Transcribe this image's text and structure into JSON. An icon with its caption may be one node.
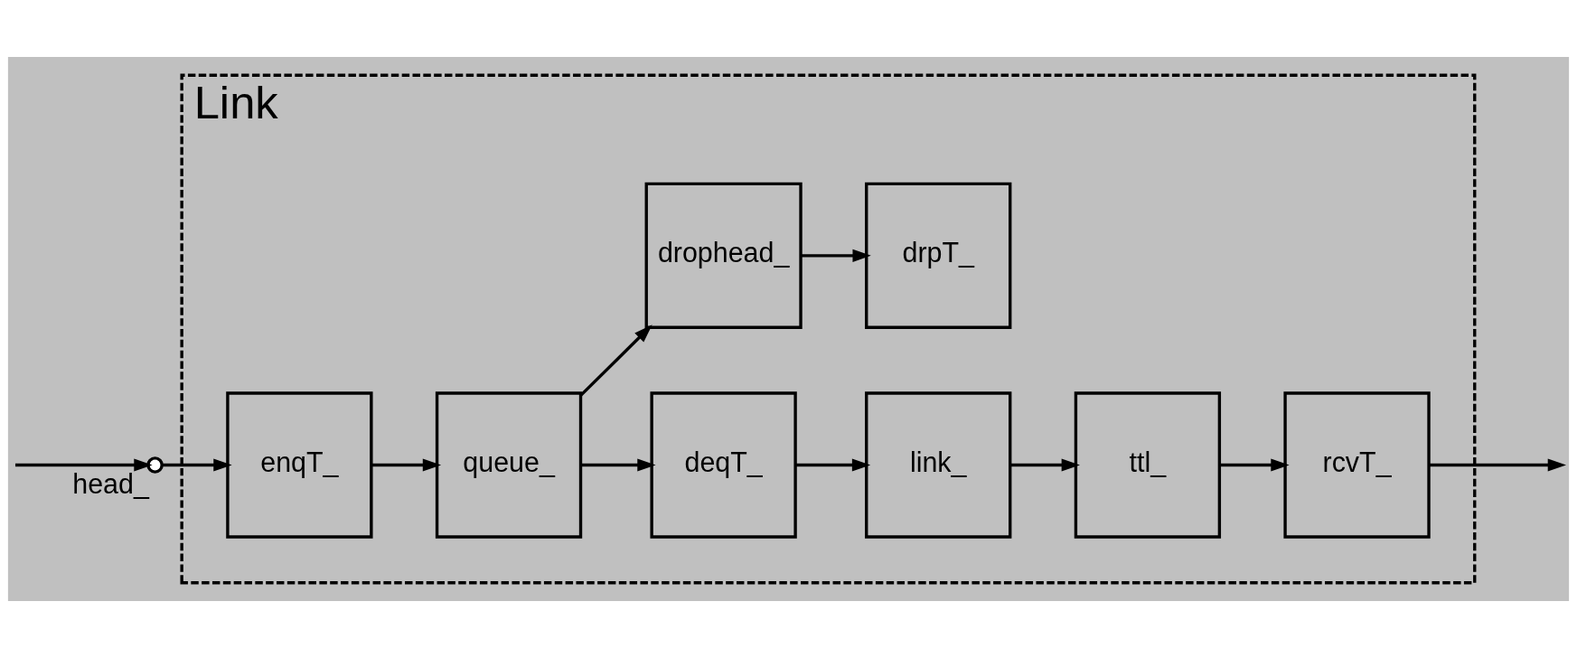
{
  "diagram": {
    "nodes": [
      {
        "text": [
          "Link"
        ]
      },
      {
        "text": [],
        "shape": "circle",
        "beside": [
          "head_"
        ]
      },
      {
        "text": [
          "enqT_"
        ],
        "in": 0
      },
      {
        "text": [
          "queue_"
        ],
        "in": 0
      },
      {
        "text": [
          "deqT_"
        ],
        "in": 0
      },
      {
        "text": [
          "link_"
        ],
        "in": 0
      },
      {
        "text": [
          "ttl_"
        ],
        "in": 0
      },
      {
        "text": [
          "rcvT_"
        ],
        "in": 0
      },
      {
        "text": [
          "drophead_"
        ],
        "in": 0
      },
      {
        "text": [
          "drpT_"
        ],
        "in": 0
      }
    ],
    "edges": [
      {
        "from": null,
        "to": 1,
        "arrow": "to"
      },
      {
        "from": 1,
        "to": 2,
        "arrow": "to"
      },
      {
        "from": 2,
        "to": 3,
        "arrow": "to"
      },
      {
        "from": 3,
        "to": 4,
        "arrow": "to"
      },
      {
        "from": 4,
        "to": 5,
        "arrow": "to"
      },
      {
        "from": 5,
        "to": 6,
        "arrow": "to"
      },
      {
        "from": 6,
        "to": 7,
        "arrow": "to"
      },
      {
        "from": 7,
        "to": null,
        "arrow": "to"
      },
      {
        "from": 3,
        "to": 8,
        "arrow": "to"
      },
      {
        "from": 8,
        "to": 9,
        "arrow": "to"
      }
    ]
  }
}
